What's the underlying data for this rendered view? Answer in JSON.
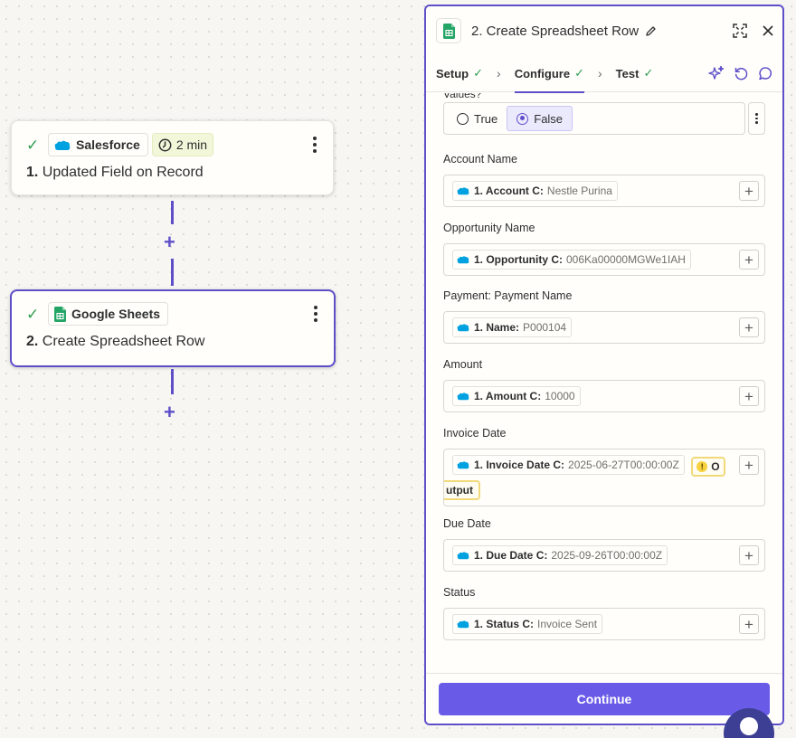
{
  "canvas": {
    "trigger_step": {
      "app_name": "Salesforce",
      "delay": "2 min",
      "number": "1.",
      "title": "Updated Field on Record"
    },
    "action_step": {
      "app_name": "Google Sheets",
      "number": "2.",
      "title": "Create Spreadsheet Row"
    },
    "add_step_symbol": "+"
  },
  "panel": {
    "title": "2. Create Spreadsheet Row",
    "tabs": [
      {
        "label": "Setup"
      },
      {
        "label": "Configure"
      },
      {
        "label": "Test"
      }
    ],
    "cut_off_label": "Values?",
    "values_options": {
      "true_label": "True",
      "false_label": "False",
      "selected": "False"
    },
    "fields": [
      {
        "label": "Account Name",
        "pill_key": "1. Account C:",
        "pill_value": "Nestle Purina"
      },
      {
        "label": "Opportunity Name",
        "pill_key": "1. Opportunity C:",
        "pill_value": "006Ka00000MGWe1IAH"
      },
      {
        "label": "Payment: Payment Name",
        "pill_key": "1. Name:",
        "pill_value": "P000104"
      },
      {
        "label": "Amount",
        "pill_key": "1. Amount C:",
        "pill_value": "10000"
      },
      {
        "label": "Invoice Date",
        "pill_key": "1. Invoice Date C:",
        "pill_value": "2025-06-27T00:00:00Z",
        "warning_start": "O",
        "warning_end": "utput"
      },
      {
        "label": "Due Date",
        "pill_key": "1. Due Date C:",
        "pill_value": "2025-09-26T00:00:00Z"
      },
      {
        "label": "Status",
        "pill_key": "1. Status C:",
        "pill_value": "Invoice Sent"
      }
    ],
    "add_symbol": "+",
    "continue_label": "Continue"
  },
  "colors": {
    "accent": "#5e4fc9",
    "button": "#695be8",
    "success": "#2d9c4e",
    "salesforce": "#00a1e0",
    "sheets": "#23a566",
    "warning": "#f7d23e"
  }
}
